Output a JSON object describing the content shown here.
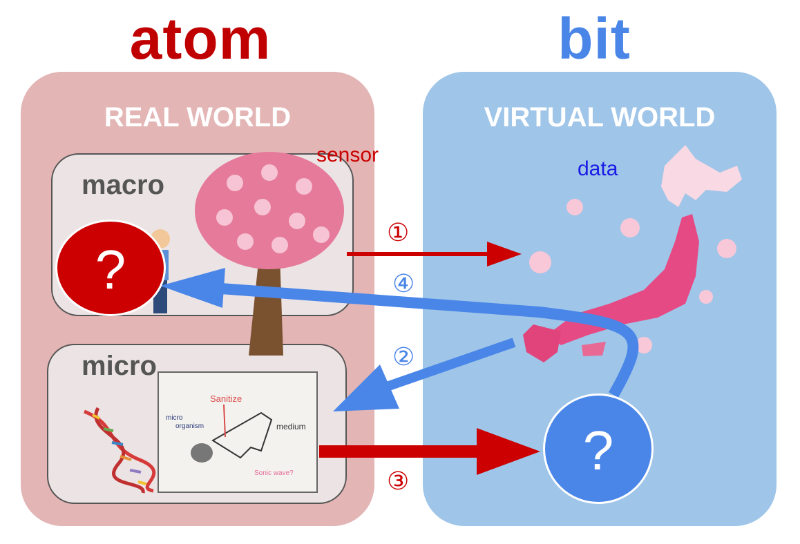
{
  "left": {
    "title": "atom",
    "world_label": "REAL WORLD",
    "macro_label": "macro",
    "micro_label": "micro",
    "sensor_label": "sensor"
  },
  "right": {
    "title": "bit",
    "world_label": "VIRTUAL WORLD",
    "data_label": "data"
  },
  "steps": {
    "s1": "①",
    "s2": "②",
    "s3": "③",
    "s4": "④"
  },
  "question": "?",
  "sketch": {
    "sanitize": "Sanitize",
    "micro": "micro",
    "organism": "organism",
    "medium": "medium",
    "sonic": "Sonic wave?"
  },
  "colors": {
    "atom": "#c00000",
    "bit": "#4a86e8",
    "real_bg": "#e3b5b5",
    "virtual_bg": "#9fc5e8",
    "arrow_red": "#cc0000",
    "arrow_blue": "#4a86e8"
  }
}
